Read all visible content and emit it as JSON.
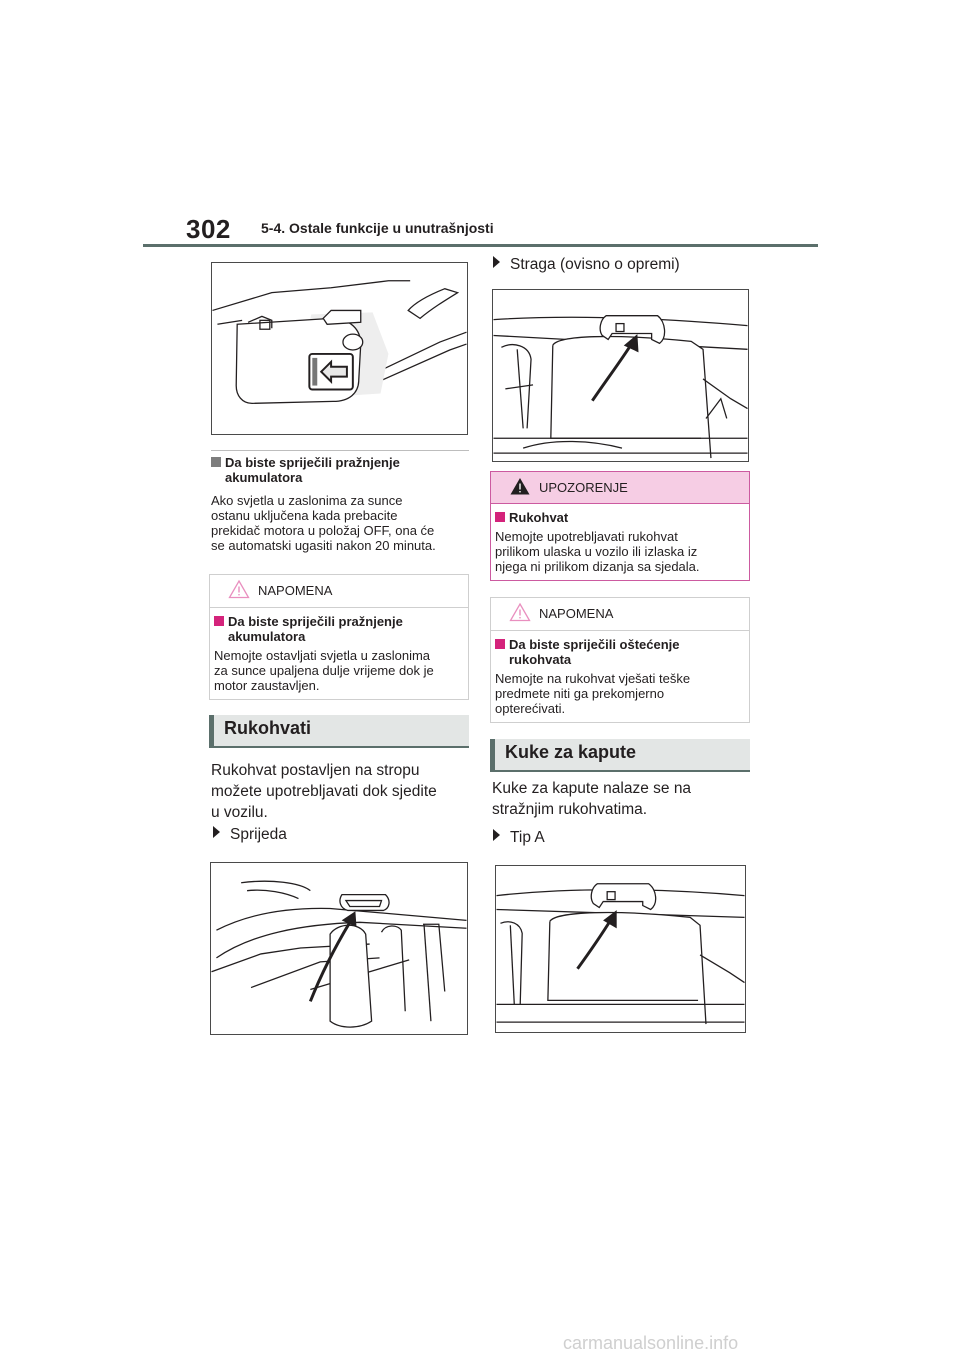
{
  "header": {
    "page_number": "302",
    "section_title": "5-4. Ostale funkcije u unutrašnjosti"
  },
  "left": {
    "subhead_lines": [
      "Da biste spriječili pražnjenje",
      "akumulatora"
    ],
    "body_lines": [
      "Ako svjetla u zaslonima za sunce",
      "ostanu uključena kada prebacite",
      "prekidač motora u položaj OFF, ona će",
      "se automatski ugasiti nakon 20 minuta."
    ],
    "note": {
      "header": "NAPOMENA",
      "subhead_lines": [
        "Da biste spriječili pražnjenje",
        "akumulatora"
      ],
      "body_lines": [
        "Nemojte ostavljati svjetla u zaslonima",
        "za sunce upaljena dulje vrijeme dok je",
        "motor zaustavljen."
      ]
    },
    "section_heading": "Rukohvati",
    "intro_lines": [
      "Rukohvat postavljen na stropu",
      "možete upotrebljavati dok sjedite",
      "u vozilu."
    ],
    "bullet": "Sprijeda"
  },
  "right": {
    "bullet_top": "Straga (ovisno o opremi)",
    "warning": {
      "header": "UPOZORENJE",
      "subhead": "Rukohvat",
      "body_lines": [
        "Nemojte upotrebljavati rukohvat",
        "prilikom ulaska u vozilo ili izlaska iz",
        "njega ni prilikom dizanja sa sjedala."
      ]
    },
    "note": {
      "header": "NAPOMENA",
      "subhead_lines": [
        "Da biste spriječili oštećenje",
        "rukohvata"
      ],
      "body_lines": [
        "Nemojte na rukohvat vješati teške",
        "predmete niti ga prekomjerno",
        "opterećivati."
      ]
    },
    "section_heading": "Kuke za kapute",
    "intro_lines": [
      "Kuke za kapute nalaze se na",
      "stražnjim rukohvatima."
    ],
    "bullet_bottom": "Tip A"
  },
  "footer": {
    "watermark": "carmanualsonline.info"
  },
  "icons": [
    "caution-triangle-icon",
    "warning-triangle-icon",
    "pointer-triangle-icon",
    "square-bullet-icon"
  ],
  "colors": {
    "accent": "#5b6f6b",
    "warning_pink": "#f6cde4",
    "warning_border": "#cc5aa0"
  }
}
